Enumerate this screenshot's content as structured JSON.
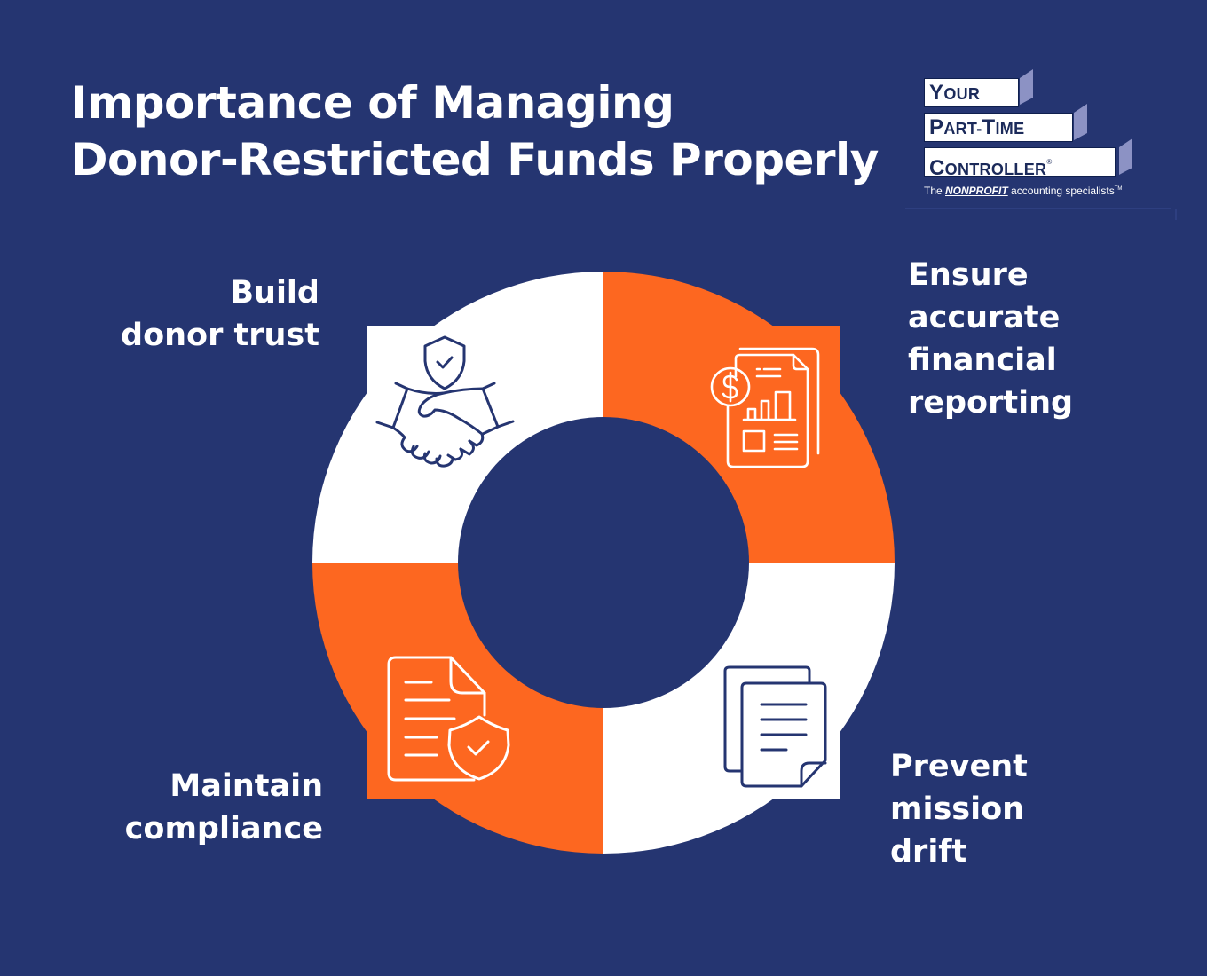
{
  "title": {
    "line1": "Importance of Managing",
    "line2": "Donor-Restricted Funds Properly"
  },
  "logo": {
    "line1_cap": "Y",
    "line1_rest": "OUR",
    "line2_cap": "P",
    "line2_rest": "ART-",
    "line2_cap2": "T",
    "line2_rest2": "IME",
    "line3_cap": "C",
    "line3_rest": "ONTROLLER",
    "registered": "®",
    "tagline_pre": "The ",
    "tagline_em": "NONPROFIT",
    "tagline_post": " accounting specialists",
    "trademark": "TM"
  },
  "colors": {
    "background": "#253571",
    "accent_orange": "#fd6720",
    "white": "#ffffff",
    "logo_fin": "#8c92c4"
  },
  "quadrants": [
    {
      "position": "top-left",
      "fill": "#ffffff",
      "icon": "handshake-shield-icon",
      "label_lines": [
        "Build",
        "donor trust"
      ]
    },
    {
      "position": "top-right",
      "fill": "#fd6720",
      "icon": "financial-report-icon",
      "label_lines": [
        "Ensure",
        "accurate",
        "financial",
        "reporting"
      ]
    },
    {
      "position": "bottom-right",
      "fill": "#ffffff",
      "icon": "documents-icon",
      "label_lines": [
        "Prevent",
        "mission",
        "drift"
      ]
    },
    {
      "position": "bottom-left",
      "fill": "#fd6720",
      "icon": "document-shield-icon",
      "label_lines": [
        "Maintain",
        "compliance"
      ]
    }
  ]
}
